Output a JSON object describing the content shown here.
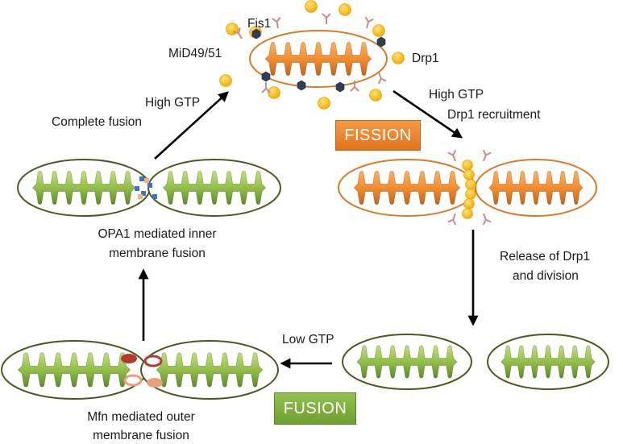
{
  "labels": {
    "fis1": "Fis1",
    "mid49": "MiD49/51",
    "drp1": "Drp1",
    "high_gtp_top": "High GTP",
    "complete_fusion": "Complete fusion",
    "high_gtp_right": "High GTP",
    "drp1_recruitment": "Drp1 recruitment",
    "release_line1": "Release of Drp1",
    "release_line2": "and division",
    "low_gtp": "Low GTP",
    "opa1_line1": "OPA1 mediated inner",
    "opa1_line2": "membrane fusion",
    "mfn_line1": "Mfn mediated outer",
    "mfn_line2": "membrane fusion"
  },
  "tags": {
    "fission": "FISSION",
    "fusion": "FUSION"
  },
  "colors": {
    "fission_orange": "#f08a2c",
    "fusion_green": "#86b543",
    "mito_outline": "#4a5a1e",
    "drp1_yellow": "#f5b800",
    "fis1_dark": "#2f3e55",
    "mid_pink": "#c98b8b",
    "arrow": "#000000"
  }
}
